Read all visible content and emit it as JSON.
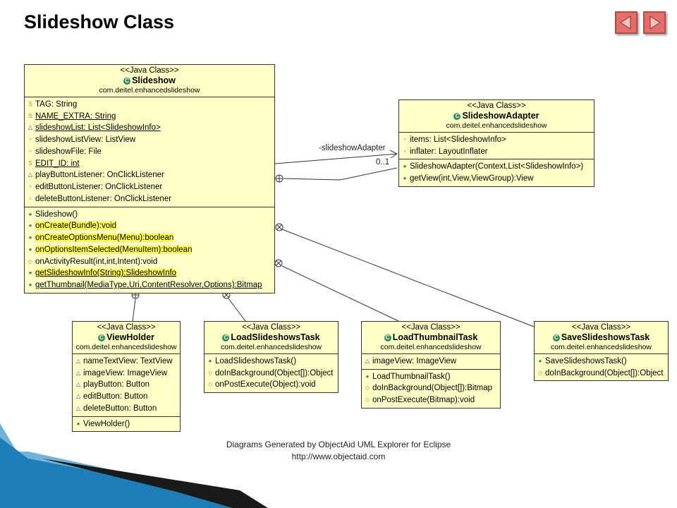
{
  "slide": {
    "title": "Slideshow Class"
  },
  "nav": {
    "prev_icon": "triangle-left-icon",
    "next_icon": "triangle-right-icon",
    "button_color": "#e46f6a"
  },
  "diagram": {
    "classes": [
      {
        "key": "slideshow",
        "stereotype": "<<Java Class>>",
        "name": "Slideshow",
        "package": "com.deitel.enhancedslideshow",
        "fields": [
          {
            "vis": "S",
            "text": "TAG: String"
          },
          {
            "vis": "S",
            "text": "NAME_EXTRA: String",
            "underline": true
          },
          {
            "vis": "^",
            "text": "slideshowList: List<SlideshowInfo>",
            "underline": true
          },
          {
            "vis": "-",
            "text": "slideshowListView: ListView"
          },
          {
            "vis": "-",
            "text": "slideshowFile: File"
          },
          {
            "vis": "S",
            "text": "EDIT_ID: int",
            "underline": true
          },
          {
            "vis": "^",
            "text": "playButtonListener: OnClickListener"
          },
          {
            "vis": "-",
            "text": "editButtonListener: OnClickListener"
          },
          {
            "vis": "-",
            "text": "deleteButtonListener: OnClickListener"
          }
        ],
        "methods": [
          {
            "vis": "c",
            "text": "Slideshow()"
          },
          {
            "vis": "+",
            "text": "onCreate(Bundle):void",
            "highlight": true
          },
          {
            "vis": "+",
            "text": "onCreateOptionsMenu(Menu):boolean",
            "highlight": true
          },
          {
            "vis": "+",
            "text": "onOptionsItemSelected(MenuItem):boolean",
            "highlight": true
          },
          {
            "vis": "#",
            "text": "onActivityResult(int,int,Intent):void"
          },
          {
            "vis": "s",
            "text": "getSlideshowInfo(String):SlideshowInfo",
            "underline": true,
            "highlight": true
          },
          {
            "vis": "s",
            "text": "getThumbnail(MediaType,Uri,ContentResolver,Options):Bitmap",
            "underline": true
          }
        ]
      },
      {
        "key": "adapter",
        "stereotype": "<<Java Class>>",
        "name": "SlideshowAdapter",
        "package": "com.deitel.enhancedslideshow",
        "fields": [
          {
            "vis": "-",
            "text": "items: List<SlideshowInfo>"
          },
          {
            "vis": "-",
            "text": "inflater: LayoutInflater"
          }
        ],
        "methods": [
          {
            "vis": "c",
            "text": "SlideshowAdapter(Context,List<SlideshowInfo>)"
          },
          {
            "vis": "+",
            "text": "getView(int,View,ViewGroup):View"
          }
        ]
      },
      {
        "key": "viewholder",
        "stereotype": "<<Java Class>>",
        "name": "ViewHolder",
        "package": "com.deitel.enhancedslideshow",
        "fields": [
          {
            "vis": "^",
            "text": "nameTextView: TextView"
          },
          {
            "vis": "^",
            "text": "imageView: ImageView"
          },
          {
            "vis": "^",
            "text": "playButton: Button"
          },
          {
            "vis": "^",
            "text": "editButton: Button"
          },
          {
            "vis": "^",
            "text": "deleteButton: Button"
          }
        ],
        "methods": [
          {
            "vis": "c",
            "text": "ViewHolder()"
          }
        ]
      },
      {
        "key": "loadslideshows",
        "stereotype": "<<Java Class>>",
        "name": "LoadSlideshowsTask",
        "package": "com.deitel.enhancedslideshow",
        "fields": [],
        "methods": [
          {
            "vis": "c",
            "text": "LoadSlideshowsTask()"
          },
          {
            "vis": "#",
            "text": "doInBackground(Object[]):Object"
          },
          {
            "vis": "#",
            "text": "onPostExecute(Object):void"
          }
        ]
      },
      {
        "key": "loadthumbnail",
        "stereotype": "<<Java Class>>",
        "name": "LoadThumbnailTask",
        "package": "com.deitel.enhancedslideshow",
        "fields": [
          {
            "vis": "^",
            "text": "imageView: ImageView"
          }
        ],
        "methods": [
          {
            "vis": "c",
            "text": "LoadThumbnailTask()"
          },
          {
            "vis": "#",
            "text": "doInBackground(Object[]):Bitmap"
          },
          {
            "vis": "#",
            "text": "onPostExecute(Bitmap):void"
          }
        ]
      },
      {
        "key": "saveslideshows",
        "stereotype": "<<Java Class>>",
        "name": "SaveSlideshowsTask",
        "package": "com.deitel.enhancedslideshow",
        "fields": [],
        "methods": [
          {
            "vis": "c",
            "text": "SaveSlideshowsTask()"
          },
          {
            "vis": "#",
            "text": "doInBackground(Object[]):Object"
          }
        ]
      }
    ],
    "association": {
      "role": "-slideshowAdapter",
      "multiplicity": "0..1"
    }
  },
  "caption": {
    "line1": "Diagrams Generated by ObjectAid UML Explorer for Eclipse",
    "line2": "http://www.objectaid.com"
  },
  "colors": {
    "class_fill": "#ffffc8",
    "highlight": "#ffff55",
    "ribbon_dark": "#1a1a1a",
    "ribbon_blue": "#1e7fb8"
  }
}
